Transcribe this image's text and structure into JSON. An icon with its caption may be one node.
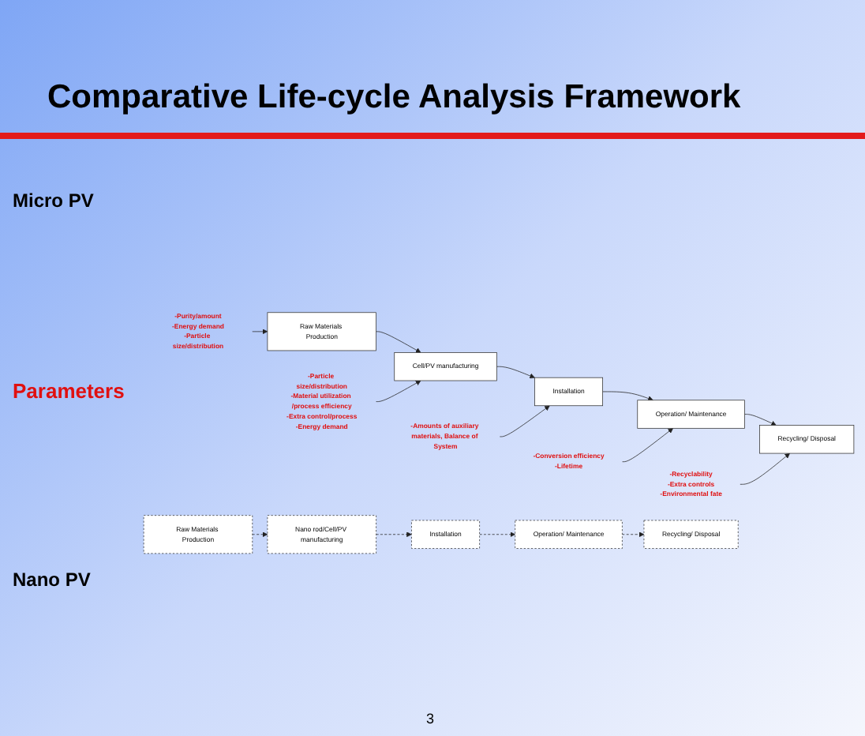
{
  "diagram": {
    "title": "Comparative Life-cycle Analysis Framework",
    "nodes": [
      {
        "text": [
          "Raw Materials Production"
        ]
      },
      {
        "text": [
          "Cell/PV manufacturing"
        ]
      },
      {
        "text": [
          "Installation"
        ]
      },
      {
        "text": [
          "Operation/ Maintenance"
        ]
      },
      {
        "text": [
          "Recycling/ Disposal"
        ]
      },
      {
        "text": [
          "-Purity/amount",
          "-Energy demand",
          "-Particle size/distribution"
        ]
      },
      {
        "text": [
          "-Particle size/distribution",
          "-Material utilization /process efficiency",
          "-Extra control/process",
          "-Energy demand"
        ]
      },
      {
        "text": [
          "-Amounts of auxiliary materials, Balance of System"
        ]
      },
      {
        "text": [
          "-Conversion efficiency",
          "-Lifetime"
        ]
      },
      {
        "text": [
          "-Recyclability",
          "-Extra controls",
          "-Environmental fate"
        ]
      },
      {
        "text": [
          "Raw Materials Production"
        ]
      },
      {
        "text": [
          "Nano rod/Cell/PV manufacturing"
        ]
      },
      {
        "text": [
          "Installation"
        ]
      },
      {
        "text": [
          "Operation/ Maintenance"
        ]
      },
      {
        "text": [
          "Recycling/ Disposal"
        ]
      }
    ],
    "edges": [
      {
        "from": 0,
        "to": 1,
        "arrow": "to"
      },
      {
        "from": 1,
        "to": 2,
        "arrow": "to"
      },
      {
        "from": 2,
        "to": 3,
        "arrow": "to"
      },
      {
        "from": 3,
        "to": 4,
        "arrow": "to"
      },
      {
        "from": 5,
        "to": 0,
        "arrow": "to"
      },
      {
        "from": 6,
        "to": 1,
        "arrow": "to"
      },
      {
        "from": 7,
        "to": 2,
        "arrow": "to"
      },
      {
        "from": 8,
        "to": 3,
        "arrow": "to"
      },
      {
        "from": 9,
        "to": 4,
        "arrow": "to"
      },
      {
        "from": 10,
        "to": 11,
        "arrow": "to",
        "style": "dashed"
      },
      {
        "from": 11,
        "to": 12,
        "arrow": "to",
        "style": "dashed"
      },
      {
        "from": 12,
        "to": 13,
        "arrow": "to",
        "style": "dashed"
      },
      {
        "from": 13,
        "to": 14,
        "arrow": "to",
        "style": "dashed"
      }
    ],
    "labels": [
      "Micro PV",
      "Parameters",
      "Nano PV",
      "3"
    ]
  }
}
